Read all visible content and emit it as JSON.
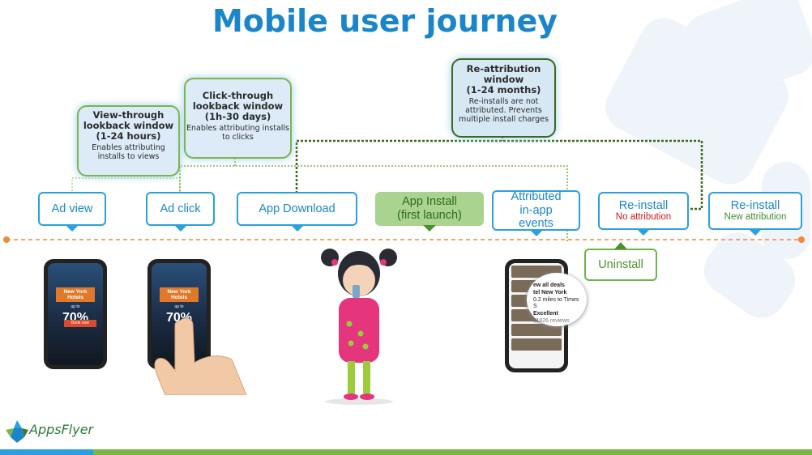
{
  "title": "Mobile user journey",
  "lookback_boxes": {
    "view_through": {
      "heading": "View-through lookback window",
      "range": "(1-24 hours)",
      "note": "Enables attributing installs to views"
    },
    "click_through": {
      "heading": "Click-through lookback window",
      "range": "(1h-30 days)",
      "note": "Enables attributing installs to clicks"
    },
    "re_attribution": {
      "heading": "Re-attribution window",
      "range": "(1-24 months)",
      "note": "Re-installs are not attributed. Prevents multiple install charges"
    }
  },
  "stages": {
    "ad_view": "Ad view",
    "ad_click": "Ad click",
    "app_download": "App Download",
    "app_install_line1": "App Install",
    "app_install_line2": "(first launch)",
    "attributed_line1": "Attributed",
    "attributed_line2": "in-app",
    "attributed_line3": "events",
    "reinstall_1": "Re-install",
    "reinstall_1_sub": "No attribution",
    "reinstall_2": "Re-install",
    "reinstall_2_sub": "New attribution",
    "uninstall": "Uninstall"
  },
  "phone_ad": {
    "headline": "New York Hotels",
    "upto": "up to",
    "discount": "70%",
    "cta": "Book now"
  },
  "app_bubble": {
    "line1": "ew all deals",
    "line2": "tel New York",
    "line3": "0.2 miles to Times S",
    "rating": "Excellent",
    "reviews": "11826 reviews"
  },
  "brand": {
    "name": "AppsFlyer"
  },
  "colors": {
    "title": "#1a86c9",
    "stage_border": "#2aa1dc",
    "install_fill": "#a9d38e",
    "footer_green": "#7ab648",
    "timeline": "#f08a3c"
  }
}
